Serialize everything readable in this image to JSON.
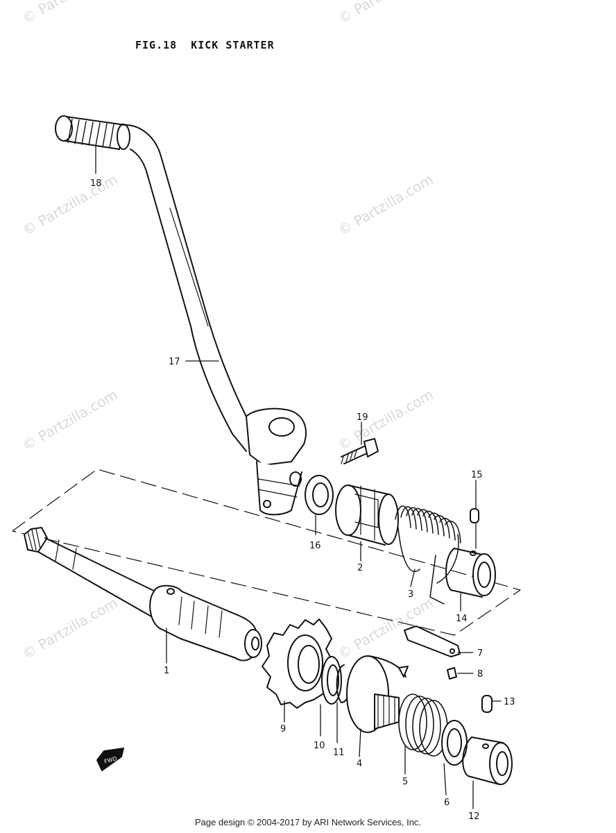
{
  "title": "FIG.18  KICK STARTER",
  "footer": "Page design © 2004-2017 by ARI Network Services, Inc.",
  "watermark": "© Partzilla.com",
  "arrow_label": "FWD",
  "parts": [
    {
      "num": "1",
      "name": "kick-starter-shaft"
    },
    {
      "num": "2",
      "name": "kick-starter-guide"
    },
    {
      "num": "3",
      "name": "kick-starter-return-spring"
    },
    {
      "num": "4",
      "name": "kick-starter-drive-gear"
    },
    {
      "num": "5",
      "name": "kick-starter-spring"
    },
    {
      "num": "6",
      "name": "washer"
    },
    {
      "num": "7",
      "name": "kick-starter-stopper-plate"
    },
    {
      "num": "8",
      "name": "screw"
    },
    {
      "num": "9",
      "name": "kick-starter-idle-gear"
    },
    {
      "num": "10",
      "name": "washer"
    },
    {
      "num": "11",
      "name": "circlip"
    },
    {
      "num": "12",
      "name": "spring-guide"
    },
    {
      "num": "13",
      "name": "pin"
    },
    {
      "num": "14",
      "name": "spring-guide"
    },
    {
      "num": "15",
      "name": "pin"
    },
    {
      "num": "16",
      "name": "oil-seal"
    },
    {
      "num": "17",
      "name": "kick-starter-lever"
    },
    {
      "num": "18",
      "name": "kick-lever-rubber"
    },
    {
      "num": "19",
      "name": "lever-bolt"
    }
  ],
  "colors": {
    "ink": "#111111",
    "watermark": "#d9d9d9",
    "paper": "#ffffff"
  }
}
